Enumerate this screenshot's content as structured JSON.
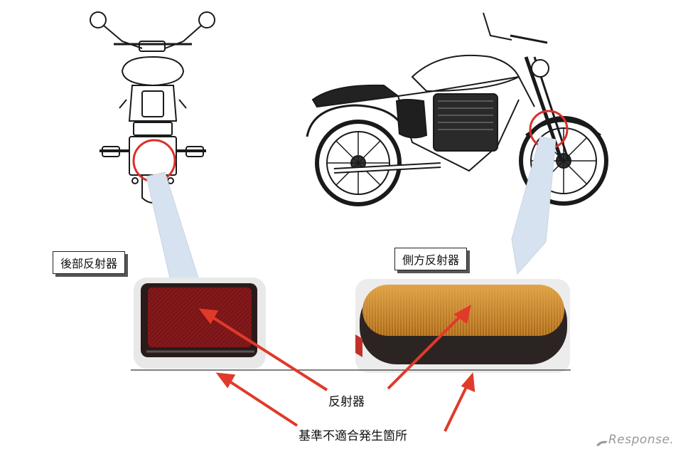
{
  "labels": {
    "rear_reflector": "後部反射器",
    "side_reflector": "側方反射器",
    "reflector": "反射器",
    "nonconforming_location": "基準不適合発生箇所"
  },
  "watermark": {
    "text": "Response."
  },
  "colors": {
    "arrow": "#e03a2a",
    "circle": "#d9302a",
    "callout": "#d6e2ef",
    "rear_reflector": "#7a1416",
    "side_reflector_lens": "#c9861f",
    "side_reflector_base": "#2b2422"
  },
  "icons": {
    "watermark_mark": "response-logo-icon"
  }
}
